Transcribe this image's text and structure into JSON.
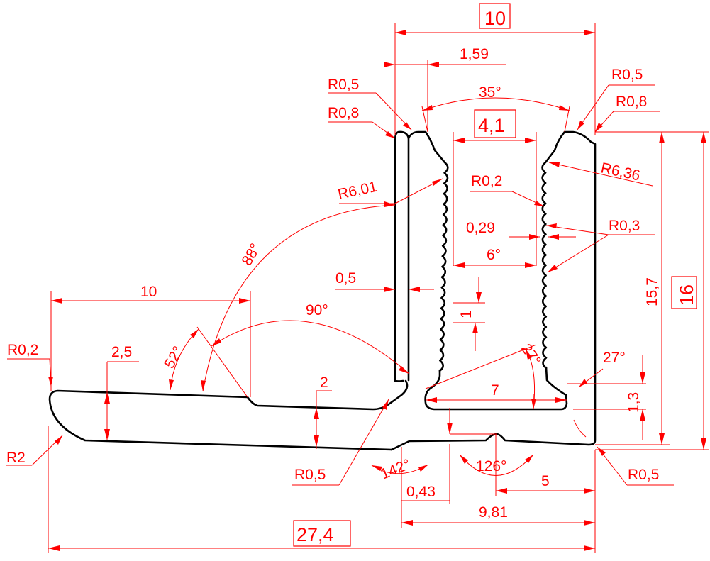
{
  "colors": {
    "profile": "#000000",
    "dimension": "#ff0000",
    "background": "#ffffff"
  },
  "dimensions": {
    "top_width": "10",
    "inner_offset": "1,59",
    "groove_angle": "35°",
    "groove_width": "4,1",
    "r05_top_left": "R0,5",
    "r08_top_left": "R0,8",
    "r05_top_right": "R0,5",
    "r08_top_right": "R0,8",
    "r601": "R6,01",
    "r636": "R6,36",
    "r02_teeth": "R0,2",
    "thk_029": "0,29",
    "r03": "R0,3",
    "taper": "6°",
    "wall_05": "0,5",
    "pitch_1": "1",
    "angle_88": "88°",
    "angle_90": "90°",
    "flange_10": "10",
    "angle_52": "52°",
    "thk_25": "2,5",
    "r02_left": "R0,2",
    "thk_2": "2",
    "r2": "R2",
    "r05_bottom_left": "R0,5",
    "angle_27_inner": "27°",
    "angle_27_outer": "27°",
    "base_7": "7",
    "height_13": "1,3",
    "height_157": "15,7",
    "height_16": "16",
    "angle_142": "142°",
    "angle_126": "126°",
    "offset_043": "0,43",
    "len_5": "5",
    "len_981": "9,81",
    "r05_bottom_right": "R0,5",
    "total_274": "27,4"
  }
}
